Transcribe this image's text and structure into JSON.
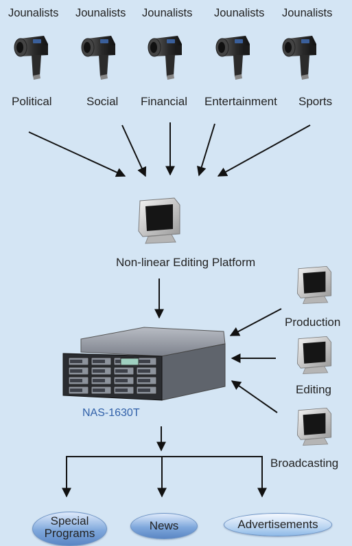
{
  "journalists": [
    {
      "role": "Jounalists",
      "category": "Political",
      "camera": "video-camera-icon"
    },
    {
      "role": "Jounalists",
      "category": "Social",
      "camera": "video-camera-icon"
    },
    {
      "role": "Jounalists",
      "category": "Financial",
      "camera": "video-camera-icon"
    },
    {
      "role": "Jounalists",
      "category": "Entertainment",
      "camera": "video-camera-icon"
    },
    {
      "role": "Jounalists",
      "category": "Sports",
      "camera": "video-camera-icon"
    }
  ],
  "platform": {
    "label": "Non-linear Editing Platform",
    "icon": "crt-monitor-icon"
  },
  "workstations": [
    {
      "label": "Production",
      "icon": "crt-monitor-icon"
    },
    {
      "label": "Editing",
      "icon": "crt-monitor-icon"
    },
    {
      "label": "Broadcasting",
      "icon": "crt-monitor-icon"
    }
  ],
  "storage": {
    "label": "NAS-1630T",
    "icon": "rack-server-icon"
  },
  "outputs": [
    {
      "line1": "Special",
      "line2": "Programs"
    },
    {
      "line1": "News"
    },
    {
      "line1": "Advertisements"
    }
  ],
  "colors": {
    "background": "#d4e5f4",
    "nas_label": "#2f5fa8",
    "arrow": "#111111"
  }
}
